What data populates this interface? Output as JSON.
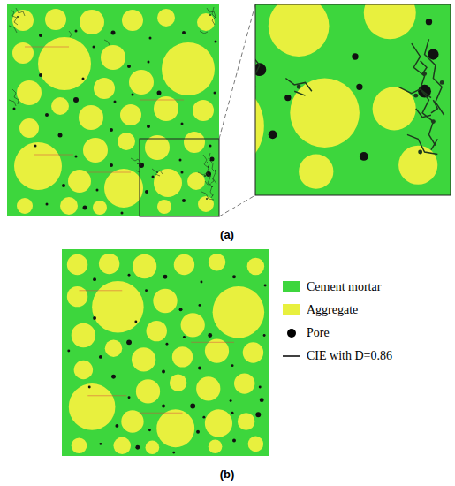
{
  "diagram": {
    "labels": [
      "(a)",
      "(b)"
    ],
    "legend": [
      {
        "text": "Cement mortar",
        "color": "#3dd63d"
      },
      {
        "text": "Aggregate",
        "color": "#e8f03e"
      },
      {
        "text": "Pore"
      },
      {
        "text": "CIE with D=0.86"
      }
    ]
  }
}
